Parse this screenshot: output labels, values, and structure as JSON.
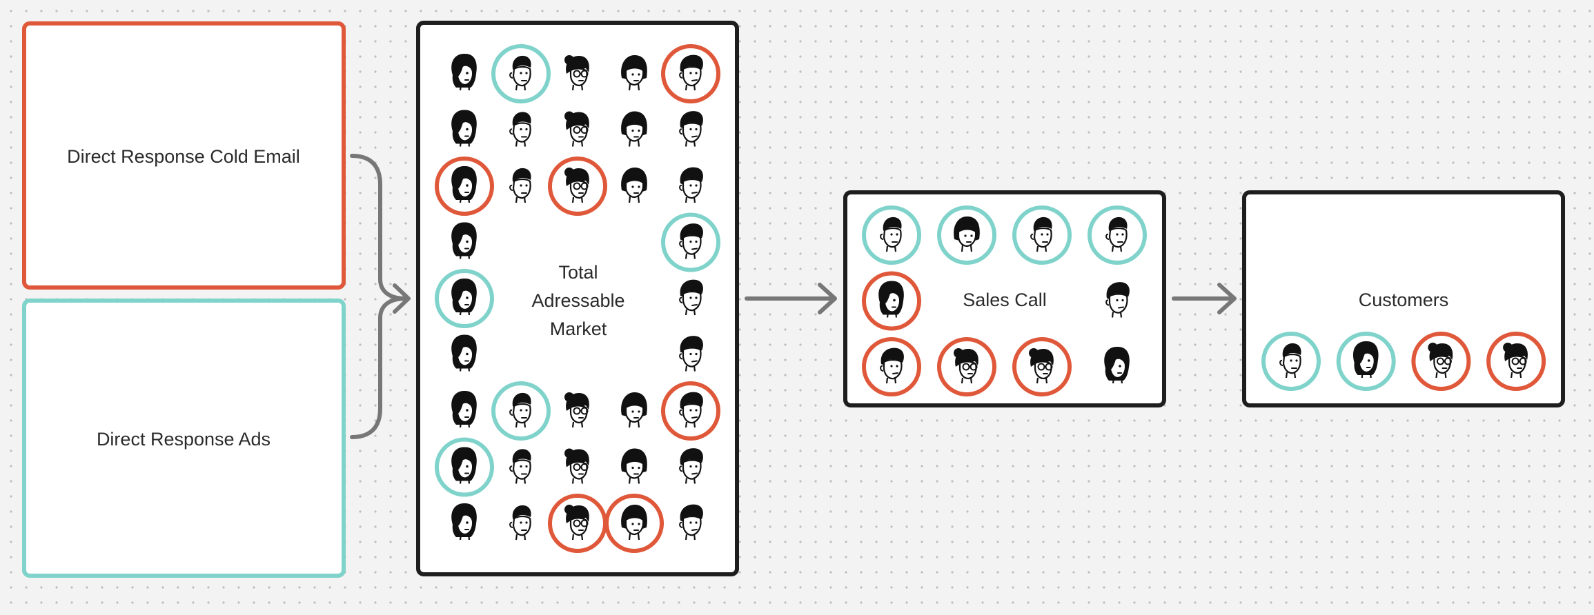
{
  "colors": {
    "email": "#e0583a",
    "ads": "#7fd3cb",
    "border": "#1e1e1e",
    "connector": "#777777",
    "face": "#111111",
    "background": "#f3f3f3"
  },
  "sources": {
    "email": {
      "label": "Direct Response Cold Email"
    },
    "ads": {
      "label": "Direct Response Ads"
    }
  },
  "tam": {
    "label_lines": [
      "Total",
      "Adressable",
      "Market"
    ],
    "people": [
      {
        "r": 0,
        "c": 0,
        "style": "a",
        "ring": "none"
      },
      {
        "r": 0,
        "c": 1,
        "style": "b",
        "ring": "ads"
      },
      {
        "r": 0,
        "c": 2,
        "style": "c",
        "ring": "none"
      },
      {
        "r": 0,
        "c": 3,
        "style": "d",
        "ring": "none"
      },
      {
        "r": 0,
        "c": 4,
        "style": "e",
        "ring": "email"
      },
      {
        "r": 1,
        "c": 0,
        "style": "a",
        "ring": "none"
      },
      {
        "r": 1,
        "c": 1,
        "style": "b",
        "ring": "none"
      },
      {
        "r": 1,
        "c": 2,
        "style": "c",
        "ring": "none"
      },
      {
        "r": 1,
        "c": 3,
        "style": "d",
        "ring": "none"
      },
      {
        "r": 1,
        "c": 4,
        "style": "e",
        "ring": "none"
      },
      {
        "r": 2,
        "c": 0,
        "style": "a",
        "ring": "email"
      },
      {
        "r": 2,
        "c": 1,
        "style": "b",
        "ring": "none"
      },
      {
        "r": 2,
        "c": 2,
        "style": "c",
        "ring": "email"
      },
      {
        "r": 2,
        "c": 3,
        "style": "d",
        "ring": "none"
      },
      {
        "r": 2,
        "c": 4,
        "style": "e",
        "ring": "none"
      },
      {
        "r": 3,
        "c": 0,
        "style": "a",
        "ring": "none"
      },
      {
        "r": 3,
        "c": 4,
        "style": "e",
        "ring": "ads"
      },
      {
        "r": 4,
        "c": 0,
        "style": "a",
        "ring": "ads"
      },
      {
        "r": 4,
        "c": 4,
        "style": "e",
        "ring": "none"
      },
      {
        "r": 5,
        "c": 0,
        "style": "a",
        "ring": "none"
      },
      {
        "r": 5,
        "c": 4,
        "style": "e",
        "ring": "none"
      },
      {
        "r": 6,
        "c": 0,
        "style": "a",
        "ring": "none"
      },
      {
        "r": 6,
        "c": 1,
        "style": "b",
        "ring": "ads"
      },
      {
        "r": 6,
        "c": 2,
        "style": "c",
        "ring": "none"
      },
      {
        "r": 6,
        "c": 3,
        "style": "d",
        "ring": "none"
      },
      {
        "r": 6,
        "c": 4,
        "style": "e",
        "ring": "email"
      },
      {
        "r": 7,
        "c": 0,
        "style": "a",
        "ring": "ads"
      },
      {
        "r": 7,
        "c": 1,
        "style": "b",
        "ring": "none"
      },
      {
        "r": 7,
        "c": 2,
        "style": "c",
        "ring": "none"
      },
      {
        "r": 7,
        "c": 3,
        "style": "d",
        "ring": "none"
      },
      {
        "r": 7,
        "c": 4,
        "style": "e",
        "ring": "none"
      },
      {
        "r": 8,
        "c": 0,
        "style": "a",
        "ring": "none"
      },
      {
        "r": 8,
        "c": 1,
        "style": "b",
        "ring": "none"
      },
      {
        "r": 8,
        "c": 2,
        "style": "c",
        "ring": "email"
      },
      {
        "r": 8,
        "c": 3,
        "style": "d",
        "ring": "email"
      },
      {
        "r": 8,
        "c": 4,
        "style": "e",
        "ring": "none"
      }
    ]
  },
  "sales": {
    "label": "Sales Call",
    "people": [
      {
        "r": 0,
        "c": 0,
        "style": "b",
        "ring": "ads"
      },
      {
        "r": 0,
        "c": 1,
        "style": "d",
        "ring": "ads"
      },
      {
        "r": 0,
        "c": 2,
        "style": "b",
        "ring": "ads"
      },
      {
        "r": 0,
        "c": 3,
        "style": "b",
        "ring": "ads"
      },
      {
        "r": 1,
        "c": 0,
        "style": "a",
        "ring": "email"
      },
      {
        "r": 1,
        "c": 3,
        "style": "e",
        "ring": "none"
      },
      {
        "r": 2,
        "c": 0,
        "style": "e",
        "ring": "email"
      },
      {
        "r": 2,
        "c": 1,
        "style": "c",
        "ring": "email"
      },
      {
        "r": 2,
        "c": 2,
        "style": "c",
        "ring": "email"
      },
      {
        "r": 2,
        "c": 3,
        "style": "a",
        "ring": "none"
      }
    ]
  },
  "customers": {
    "label": "Customers",
    "people": [
      {
        "r": 0,
        "c": 0,
        "style": "b",
        "ring": "ads"
      },
      {
        "r": 0,
        "c": 1,
        "style": "a",
        "ring": "ads"
      },
      {
        "r": 0,
        "c": 2,
        "style": "c",
        "ring": "email"
      },
      {
        "r": 0,
        "c": 3,
        "style": "c",
        "ring": "email"
      }
    ]
  }
}
